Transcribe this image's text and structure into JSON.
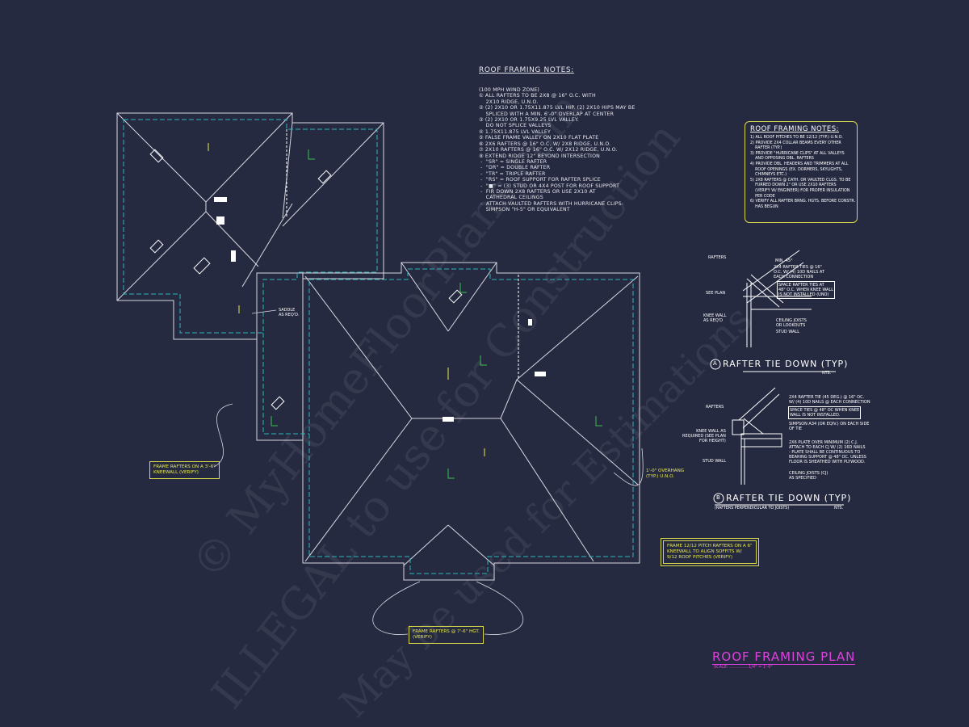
{
  "roof_notes": {
    "title": "ROOF FRAMING NOTES:",
    "lines": [
      "(100 MPH WIND ZONE)",
      "① ALL RAFTERS TO BE 2x8 @ 16\" O.C. WITH",
      "    2x10 RIDGE, U.N.O.",
      "② (2) 2x10 OR 1.75x11.875 LVL HIP. (2) 2x10 HIPS MAY BE",
      "    SPLICED WITH A MIN. 6'-0\" OVERLAP AT CENTER",
      "③ (2) 2x10 OR 1.75x9.25 LVL VALLEY.",
      "    DO NOT SPLICE VALLEYS",
      "④ 1.75x11.875 LVL VALLEY",
      "⑤ FALSE FRAME VALLEY ON 2x10 FLAT PLATE",
      "⑥ 2x6 RAFTERS @ 16\" O.C. W/ 2x8 RIDGE, U.N.O.",
      "⑦ 2x10 RAFTERS @ 16\" O.C. W/ 2x12 RIDGE, U.N.O.",
      "⑧ EXTEND RIDGE 12\" BEYOND INTERSECTION",
      " -  \"SR\" = SINGLE RAFTER",
      " -  \"DR\" = DOUBLE RAFTER",
      " -  \"TR\" = TRIPLE RAFTER",
      " -  \"RS\" = ROOF SUPPORT FOR RAFTER SPLICE",
      " -  \"■\" = (3) STUD OR 4x4 POST FOR ROOF SUPPORT",
      " -  FIR DOWN 2x8 RAFTERS OR USE 2x10 AT",
      "    CATHEDRAL CEILINGS",
      " -  ATTACH VAULTED RAFTERS WITH HURRICANE CLIPS-",
      "    SIMPSON \"H-5\" OR EQUIVALENT"
    ]
  },
  "roof_notes_box": {
    "title": "ROOF FRAMING NOTES:",
    "lines": [
      "1) ALL ROOF PITCHES TO BE 12/12 (TYP.) U.N.O.",
      "2) PROVIDE 2x4 COLLAR BEAMS EVERY OTHER",
      "    RAFTER (TYP.)",
      "3) PROVIDE \"HURRICANE CLIPS\" AT ALL VALLEYS",
      "    AND OPPOSING DBL. RAFTERS",
      "4) PROVIDE DBL. HEADERS AND TRIMMERS AT ALL",
      "    ROOF OPENINGS (EX. DORMERS, SKYLIGHTS,",
      "    CHIMNEYS ETC.)",
      "5) 2x8 RAFTERS @ CATH. OR VAULTED CLGS. TO BE",
      "    FURRED DOWN 2\" OR USE 2x10 RAFTERS",
      "    (VERIFY W/ ENGINEER) FOR PROPER INSULATION",
      "    PER CODE",
      "6) VERIFY ALL RAFTER BRNG. HGTS. BEFORE CONSTR.",
      "    HAS BEGUN"
    ]
  },
  "detail_a": {
    "marker": "A",
    "title": "RAFTER TIE DOWN (TYP)",
    "scale": "NTS.",
    "labels": {
      "rafters": "RAFTERS",
      "min": "MIN. 45°",
      "ties": "2x4 RAFTER TIES @ 16\"\nO.C. W/ (4) 10d NAILS AT\nEACH CONNECTION",
      "space": "SPACE RAFTER TIES AT\n48\" O.C. WHEN KNEE WALL\nIS NOT INSTALLED (UNO)",
      "see_plan": "SEE PLAN",
      "knee": "KNEE WALL\nAS REQ'D",
      "ceiling": "CEILING JOISTS\nOR LOOKOUTS",
      "stud": "STUD WALL"
    }
  },
  "detail_b": {
    "marker": "B",
    "title": "RAFTER TIE DOWN (TYP)",
    "subtitle": "(RAFTERS PERPENDICULAR TO JOISTS)",
    "scale": "NTS.",
    "labels": {
      "rafters": "RAFTERS",
      "tie": "2x4 RAFTER TIE (45 DEG.) @ 16\" OC.\nW/ (4) 10d NAILS @ EACH CONNECTION",
      "space": "SPACE TIES @ 48\" OC WHEN KNEE\nWALL IS NOT INSTALLED.",
      "simpson": "SIMPSON A34 (OR EQIV.) ON EACH SIDE\nOF TIE",
      "knee": "KNEE WALL AS\nREQUIRED (SEE PLAN\nFOR HEIGHT)",
      "plate": "2x6 PLATE OVER MINIMUM (2) C.J.\nATTACH TO EACH CJ W/ (2) 16d NAILS\n- PLATE SHALL BE CONTINUOUS TO\nBEARING SUPPORT @ 48\" OC. UNLESS\nFLOOR IS SHEATHED WITH PLYWOOD.",
      "stud": "STUD WALL",
      "ceiling": "CEILING JOISTS (CJ)\nAS SPECIFIED"
    }
  },
  "callouts": {
    "kneewall": "FRAME RAFTERS ON A 3'-6\"\nKNEEWALL (VERIFY)",
    "pitch": "FRAME 12/12 PITCH RAFTERS ON A 6\"\nKNEEWALL TO ALIGN SOFFITS W/\n9/12 ROOF PITCHES (VERIFY)",
    "height": "FRAME RAFTERS @ 7'-6\" HGT.\n(VERIFY)",
    "overhang": "1'-0\" OVERHANG\n(TYP.) U.N.O.",
    "saddle": "SADDLE\nAS REQ'D."
  },
  "plan_title": {
    "title": "ROOF FRAMING PLAN",
    "scale": "SCALE: ...............1/4\" = 1'-0\""
  },
  "watermark": {
    "line1": "© MyHomeFloorPlans.com",
    "line2": "ILLEGAL to use for Construction",
    "line3": "May be used for Estimations"
  },
  "colors": {
    "background": "#262a41",
    "lines": "#d8d8e0",
    "dashed": "#2bb5b5",
    "callout": "#e8e84a",
    "title": "#e040e0"
  }
}
